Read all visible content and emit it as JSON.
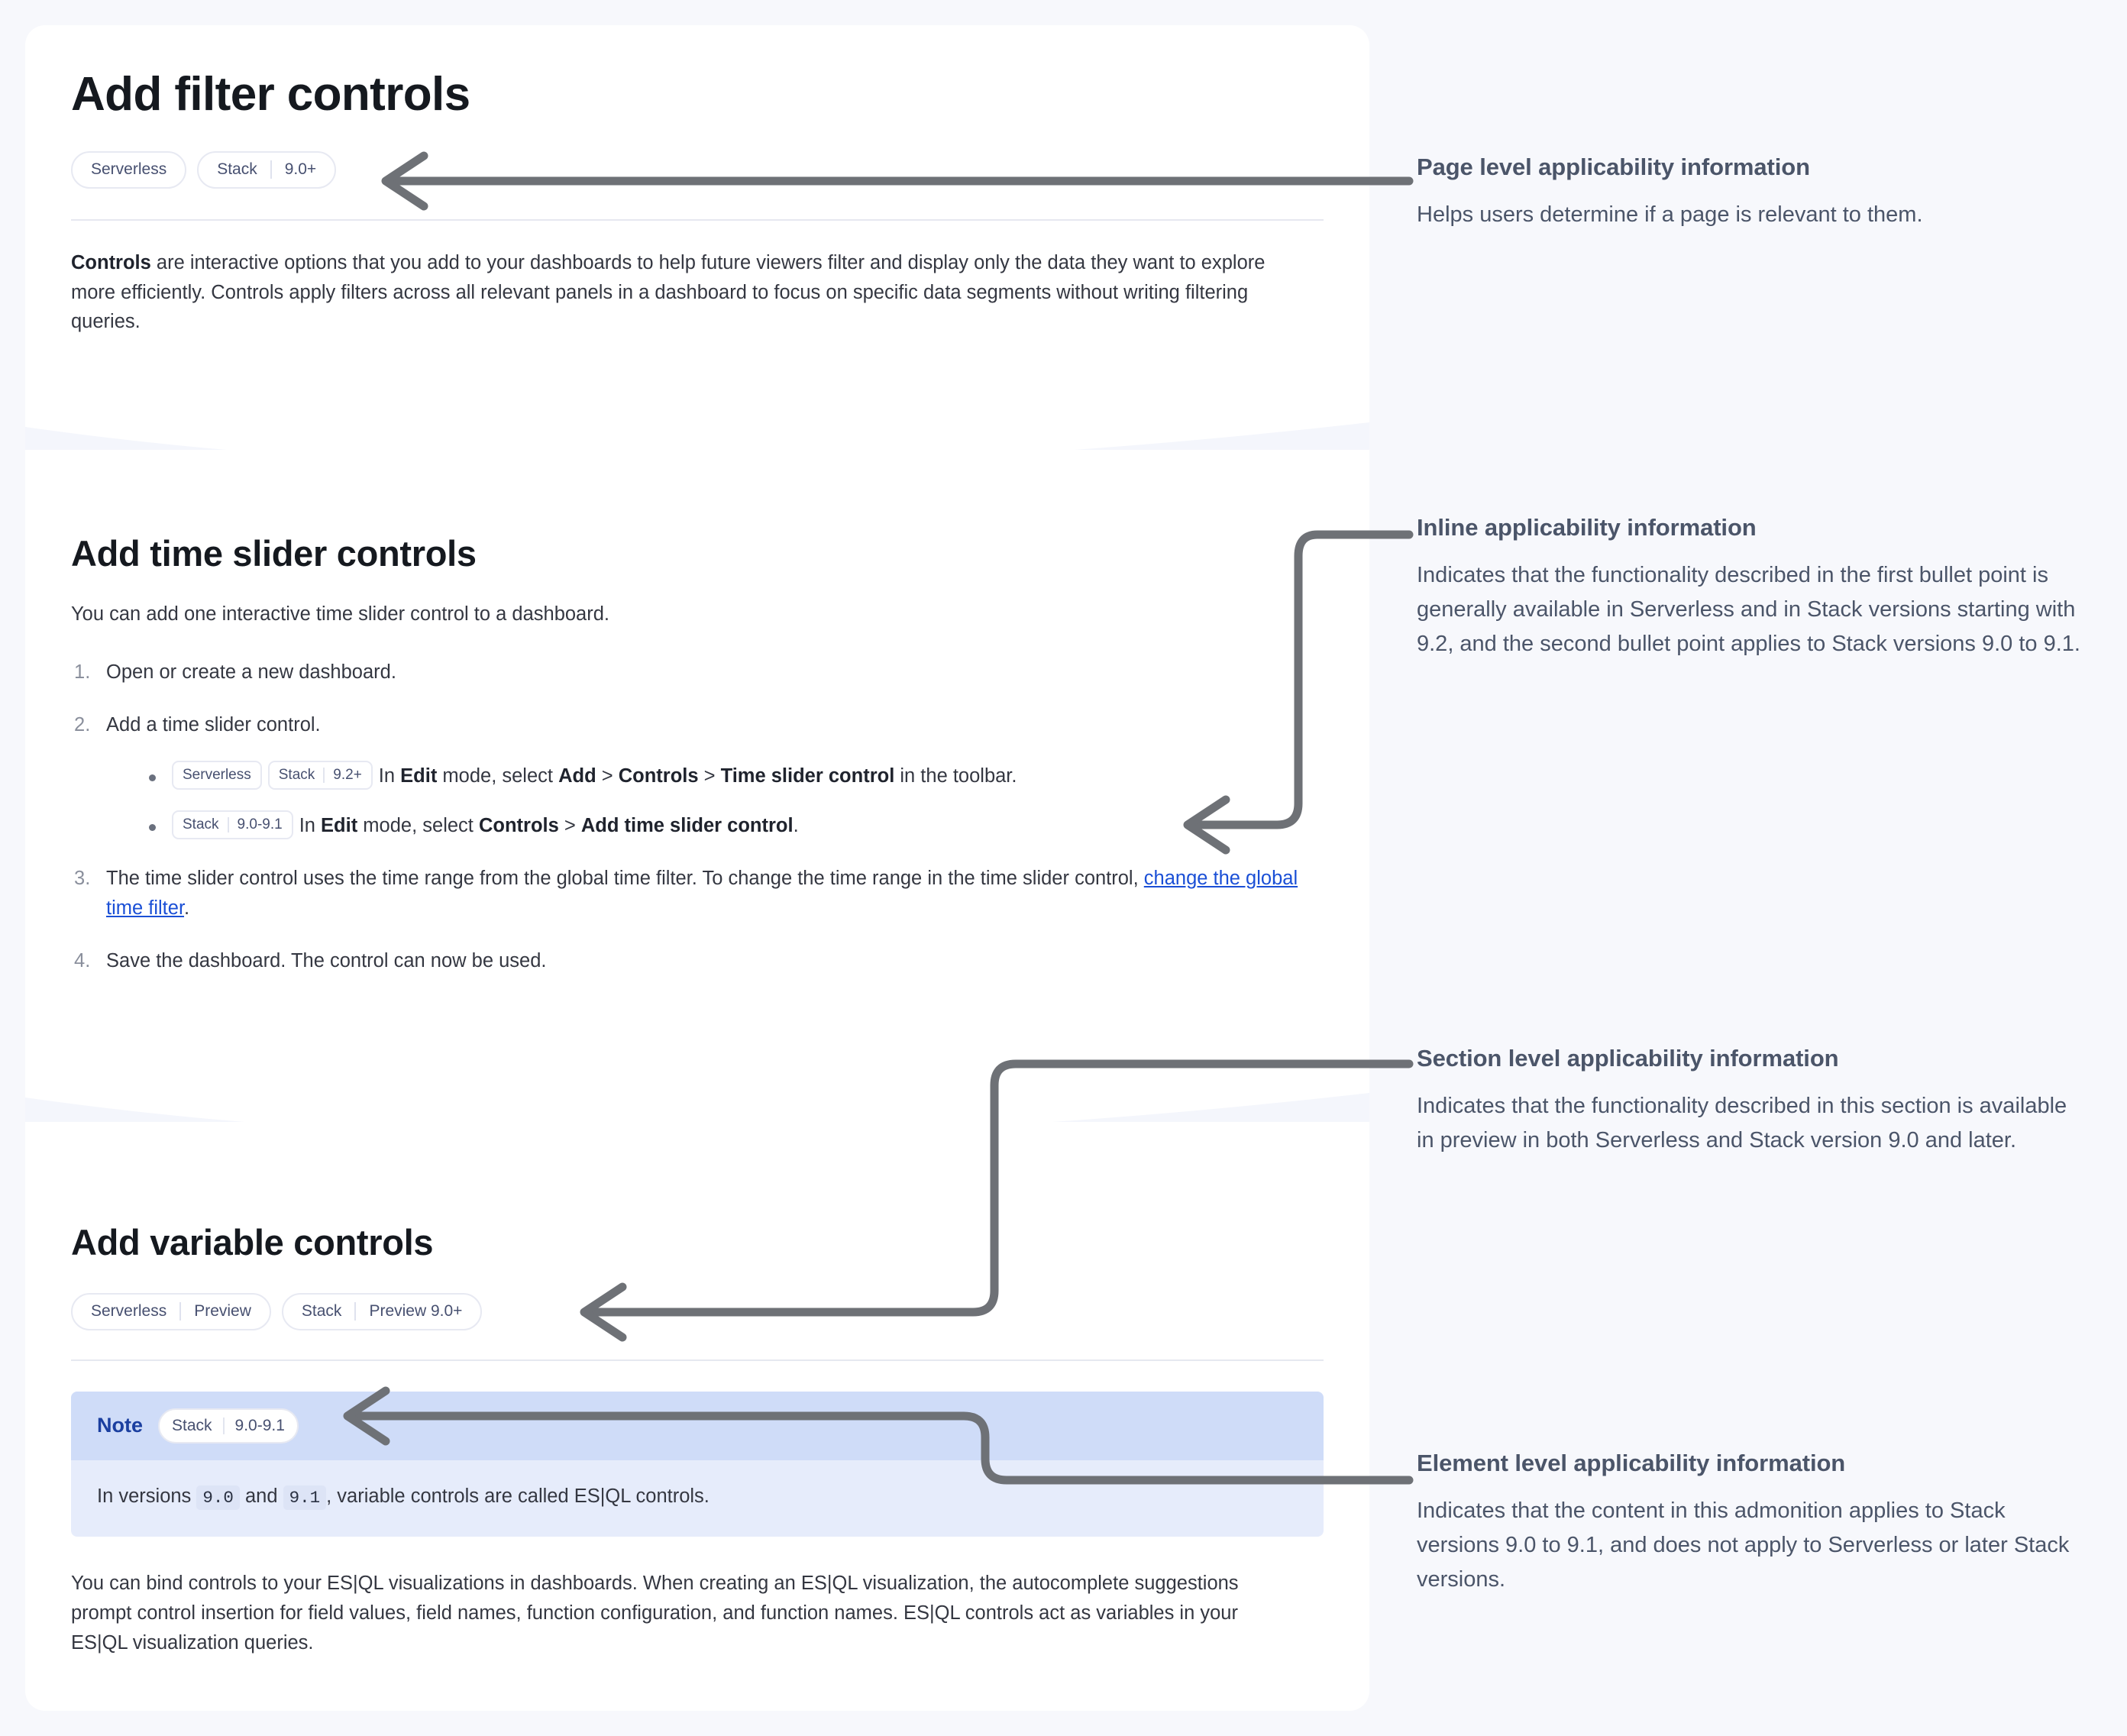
{
  "doc": {
    "page_title": "Add filter controls",
    "page_applicability": [
      {
        "name": "serverless-pill",
        "segments": [
          "Serverless"
        ]
      },
      {
        "name": "stack-pill",
        "segments": [
          "Stack",
          "9.0+"
        ]
      }
    ],
    "intro": {
      "lead": "Controls",
      "rest": " are interactive options that you add to your dashboards to help future viewers filter and display only the data they want to explore more efficiently. Controls apply filters across all relevant panels in a dashboard to focus on specific data segments without writing filtering queries."
    },
    "section_time_slider": {
      "title": "Add time slider controls",
      "intro": "You can add one interactive time slider control to a dashboard.",
      "step1": "Open or create a new dashboard.",
      "step2": "Add a time slider control.",
      "bullet1": {
        "badges": [
          {
            "name": "serverless-badge",
            "segments": [
              "Serverless"
            ]
          },
          {
            "name": "stack-badge",
            "segments": [
              "Stack",
              "9.2+"
            ]
          }
        ],
        "t1": "In ",
        "b1": "Edit",
        "t2": " mode, select ",
        "b2": "Add",
        "t3": " > ",
        "b3": "Controls",
        "t4": " > ",
        "b4": "Time slider control",
        "t5": " in the toolbar."
      },
      "bullet2": {
        "badges": [
          {
            "name": "stack-badge",
            "segments": [
              "Stack",
              "9.0-9.1"
            ]
          }
        ],
        "t1": "In ",
        "b1": "Edit",
        "t2": " mode, select ",
        "b2": "Controls",
        "t3": " > ",
        "b3": "Add time slider control",
        "t4": "."
      },
      "step3": {
        "pre": "The time slider control uses the time range from the global time filter. To change the time range in the time slider control, ",
        "link": "change the global time filter",
        "post": "."
      },
      "step4": "Save the dashboard. The control can now be used."
    },
    "section_variable": {
      "title": "Add variable controls",
      "applicability": [
        {
          "name": "serverless-preview-pill",
          "segments": [
            "Serverless",
            "Preview"
          ]
        },
        {
          "name": "stack-preview-pill",
          "segments": [
            "Stack",
            "Preview 9.0+"
          ]
        }
      ],
      "note": {
        "title": "Note",
        "badge": {
          "name": "stack-badge",
          "segments": [
            "Stack",
            "9.0-9.1"
          ]
        },
        "t1": "In versions ",
        "code1": "9.0",
        "t2": " and ",
        "code2": "9.1",
        "t3": ", variable controls are called ES|QL controls."
      },
      "body": "You can bind controls to your ES|QL visualizations in dashboards. When creating an ES|QL visualization, the autocomplete suggestions prompt control insertion for field values, field names, function configuration, and function names. ES|QL controls act as variables in your ES|QL visualization queries."
    }
  },
  "annotations": [
    {
      "id": "page",
      "title": "Page level applicability information",
      "text": "Helps users determine if a page is relevant to them."
    },
    {
      "id": "inline",
      "title": "Inline applicability information",
      "text": "Indicates that the functionality described in the first bullet point is generally available in Serverless and in Stack versions starting with 9.2, and the second bullet point applies to Stack versions 9.0 to 9.1."
    },
    {
      "id": "section",
      "title": "Section level applicability information",
      "text": "Indicates that the functionality described in this section is available in preview in both Serverless and Stack version 9.0 and later."
    },
    {
      "id": "element",
      "title": "Element level applicability information",
      "text": "Indicates that the content in this admonition applies to Stack versions 9.0 to 9.1, and does not apply to Serverless or later Stack versions."
    }
  ],
  "colors": {
    "page_bg": "#f7f8fc",
    "panel_bg": "#ffffff",
    "wave": "#f4f6fc",
    "annotation_text": "#4b5569",
    "connector": "#6e7176",
    "link": "#1a4fd6",
    "note_header_bg": "#cfdcf8",
    "note_body_bg": "#e6ecfb",
    "note_title": "#1b3fa0",
    "pill_border": "#e7e9f2",
    "pill_text": "#475070"
  }
}
